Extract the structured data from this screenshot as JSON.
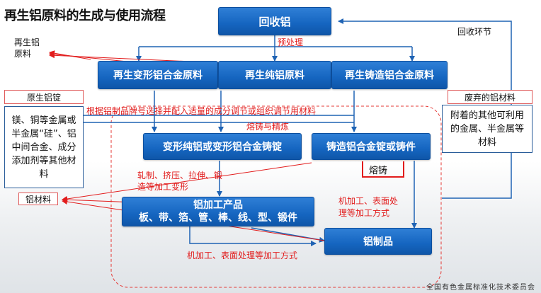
{
  "title": "再生铝原料的生成与使用流程",
  "nodes": {
    "recycled_al": "回收铝",
    "wrought_raw": "再生变形铝合金原料",
    "pure_raw": "再生纯铝原料",
    "cast_raw": "再生铸造铝合金原料",
    "wrought_ingot": "变形纯铝或变形铝合金铸锭",
    "cast_ingot": "铸造铝合金锭或铸件",
    "processed_line1": "铝加工产品",
    "processed_line2": "板、带、箔、管、棒、线、型、锻件",
    "al_products": "铝制品"
  },
  "side": {
    "recycled_raw_line1": "再生铝",
    "recycled_raw_line2": "原料",
    "primary_ingot": "原生铝锭",
    "alloying_materials": "镁、铜等金属或半金属“硅”、铝中间合金、成分添加剂等其他材料",
    "al_materials": "铝材料",
    "scrap_materials": "废弃的铝材料",
    "attached_materials": "附着的其他可利用的金属、半金属等材料",
    "recycle_loop": "回收环节"
  },
  "annotations": {
    "pretreatment": "预处理",
    "composition_adjust": "根据铝制品牌号选择并配入适量的成分调节或组织调节用材料",
    "melt_refine": "熔铸与精炼",
    "casting": "熔铸",
    "forming": "轧制、挤压、拉伸、锻造等加工变形",
    "machining_right_line1": "机加工、表面处",
    "machining_right_line2": "理等加工方式",
    "machining_bottom": "机加工、表面处理等加工方式"
  },
  "footer": "全国有色金属标准化技术委员会",
  "colors": {
    "node_blue": "#1565c0",
    "annotation_red": "#e21c1c",
    "flow_blue": "#1f63b4",
    "dashed_region": "#e53935"
  }
}
